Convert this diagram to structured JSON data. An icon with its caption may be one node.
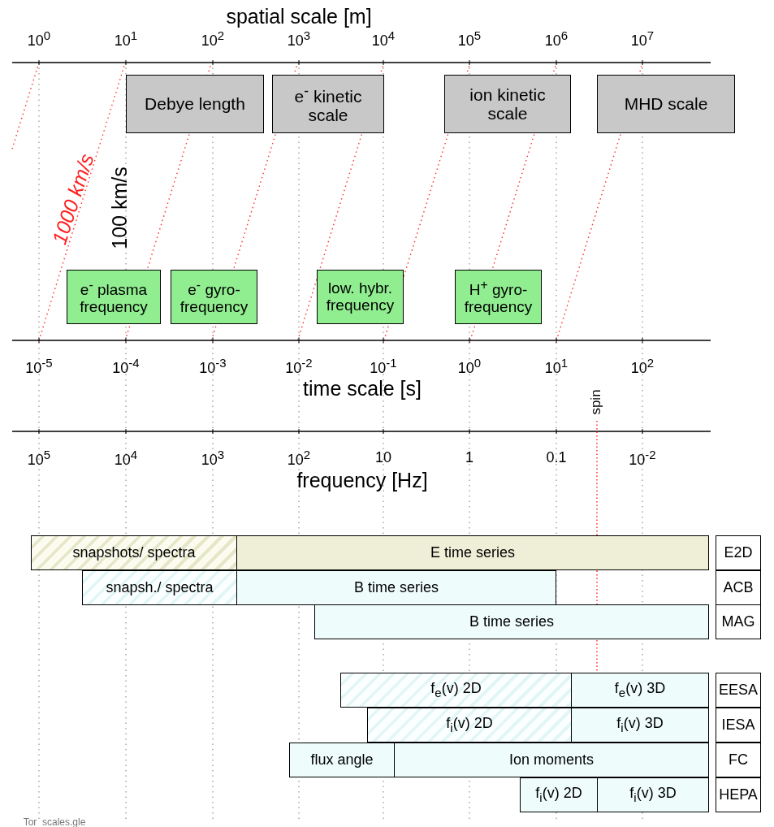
{
  "diagram": {
    "nodes": [
      {
        "text": [
          "Debye length"
        ]
      },
      {
        "text": [
          "e$^{-}$ kinetic scale"
        ]
      },
      {
        "text": [
          "ion kinetic scale"
        ]
      },
      {
        "text": [
          "MHD scale"
        ]
      },
      {
        "text": [
          "e$^{-}$ plasma frequency"
        ]
      },
      {
        "text": [
          "e$^{-}$ gyro- frequency"
        ]
      },
      {
        "text": [
          "low. hybr. frequency"
        ]
      },
      {
        "text": [
          "H$^{+}$ gyro- frequency"
        ]
      },
      {
        "text": [
          "snapshots/ spectra"
        ]
      },
      {
        "text": [
          "E time series"
        ]
      },
      {
        "text": [
          "E2D"
        ]
      },
      {
        "text": [
          "snapsh./ spectra"
        ]
      },
      {
        "text": [
          "B time series"
        ]
      },
      {
        "text": [
          "ACB"
        ]
      },
      {
        "text": [
          "B time series"
        ]
      },
      {
        "text": [
          "MAG"
        ]
      },
      {
        "text": [
          "f$_{e}$(v) 2D"
        ]
      },
      {
        "text": [
          "f$_{e}$(v) 3D"
        ]
      },
      {
        "text": [
          "EESA"
        ]
      },
      {
        "text": [
          "f$_{i}$(v) 2D"
        ]
      },
      {
        "text": [
          "f$_{i}$(v) 3D"
        ]
      },
      {
        "text": [
          "IESA"
        ]
      },
      {
        "text": [
          "flux angle"
        ]
      },
      {
        "text": [
          "Ion moments"
        ]
      },
      {
        "text": [
          "FC"
        ]
      },
      {
        "text": [
          "f$_{i}$(v) 2D"
        ]
      },
      {
        "text": [
          "f$_{i}$(v) 3D"
        ]
      },
      {
        "text": [
          "HEPA"
        ]
      }
    ],
    "labels": [
      "spatial scale [m]",
      "10$^{0}$",
      "10$^{1}$",
      "10$^{2}$",
      "10$^{3}$",
      "10$^{4}$",
      "10$^{5}$",
      "10$^{6}$",
      "10$^{7}$",
      "1000 km/s",
      "100 km/s",
      "10$^{-5}$",
      "10$^{-4}$",
      "10$^{-3}$",
      "10$^{-2}$",
      "10$^{-1}$",
      "10$^{0}$",
      "10$^{1}$",
      "10$^{2}$",
      "time scale [s]",
      "spin",
      "10$^{5}$",
      "10$^{4}$",
      "10$^{3}$",
      "10$^{2}$",
      "10",
      "1",
      "0.1",
      "10$^{-2}$",
      "frequency [Hz]",
      "Tor_scales.gle"
    ]
  }
}
